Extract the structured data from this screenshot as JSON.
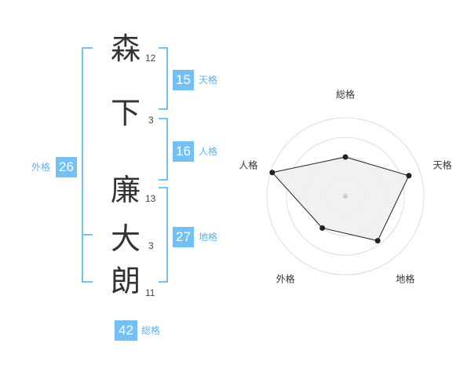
{
  "name": {
    "characters": [
      {
        "char": "森",
        "strokes": "12"
      },
      {
        "char": "下",
        "strokes": "3"
      },
      {
        "char": "廉",
        "strokes": "13"
      },
      {
        "char": "大",
        "strokes": "3"
      },
      {
        "char": "朗",
        "strokes": "11"
      }
    ]
  },
  "kakusu": {
    "tenkaku": {
      "value": "15",
      "label": "天格"
    },
    "jinkaku": {
      "value": "16",
      "label": "人格"
    },
    "chikaku": {
      "value": "27",
      "label": "地格"
    },
    "gaikaku": {
      "value": "26",
      "label": "外格"
    },
    "soukaku": {
      "value": "42",
      "label": "総格"
    }
  },
  "chart_data": {
    "type": "radar",
    "axes": [
      "総格",
      "天格",
      "地格",
      "外格",
      "人格"
    ],
    "values": [
      0.5,
      0.85,
      0.7,
      0.5,
      0.98
    ],
    "rings": 4,
    "colors": {
      "fill": "#eeeeee",
      "stroke": "#222222",
      "ring": "#dddddd",
      "center": "#cccccc"
    }
  },
  "colors": {
    "accent": "#74c0f2",
    "label": "#5fb3ea",
    "text": "#333333"
  }
}
